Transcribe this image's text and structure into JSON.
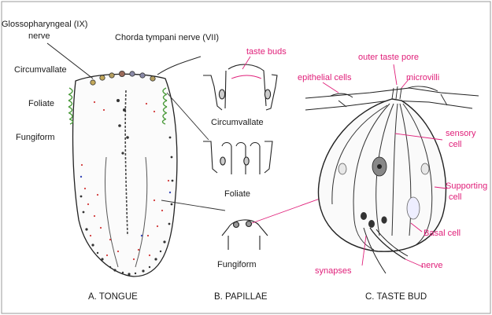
{
  "labels": {
    "glossopharyngeal_1": "Glossopharyngeal (IX)",
    "glossopharyngeal_2": "nerve",
    "chorda_tympani": "Chorda tympani nerve (VII)",
    "circumvallate_left": "Circumvallate",
    "foliate_left": "Foliate",
    "fungiform_left": "Fungiform",
    "taste_buds": "taste buds",
    "circumvallate_mid": "Circumvallate",
    "foliate_mid": "Foliate",
    "fungiform_mid": "Fungiform",
    "outer_taste_pore": "outer taste pore",
    "epithelial_cells": "epithelial cells",
    "microvilli": "microvilli",
    "sensory_cell_1": "sensory",
    "sensory_cell_2": "cell",
    "supporting_cell_1": "Supporting",
    "supporting_cell_2": "cell",
    "basal_cell": "Basal cell",
    "synapses": "synapses",
    "nerve": "nerve"
  },
  "captions": {
    "tongue": "A.  TONGUE",
    "papillae": "B. PAPILLAE",
    "taste_bud": "C. TASTE BUD"
  },
  "colors": {
    "label_accent": "#e0207a",
    "line": "#222222",
    "foliate_green": "#4a9a3a",
    "dot_red": "#d23a3a"
  }
}
